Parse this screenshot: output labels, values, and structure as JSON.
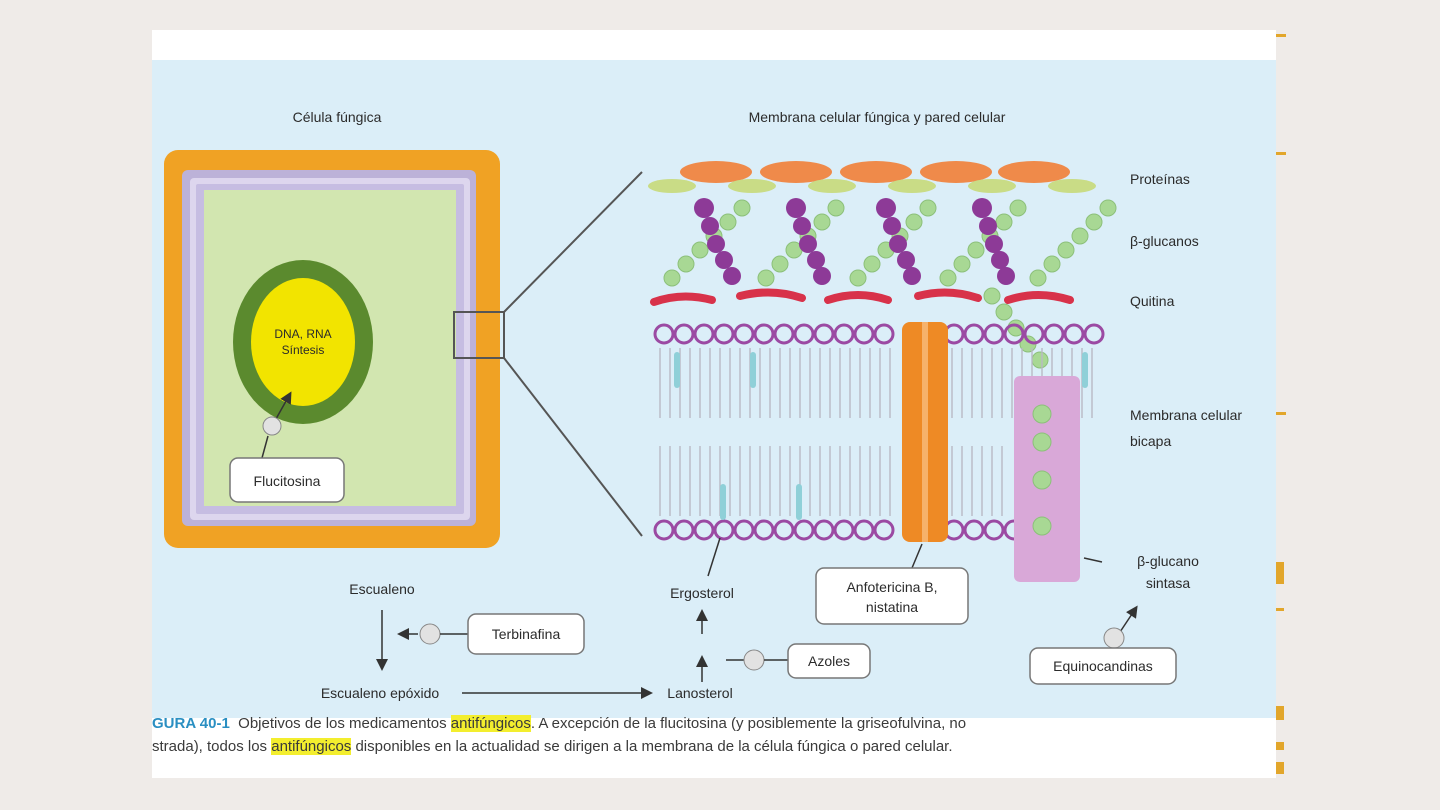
{
  "diagram": {
    "left_title": "Célula fúngica",
    "right_title": "Membrana celular fúngica y pared celular",
    "nucleus_text": [
      "DNA, RNA",
      "Síntesis"
    ],
    "labels": {
      "flucitosina": "Flucitosina",
      "proteinas": "Proteínas",
      "beta_glucanos": "β-glucanos",
      "quitina": "Quitina",
      "membrana_bicapa": [
        "Membrana celular",
        "bicapa"
      ],
      "beta_glucano_sintasa": [
        "β-glucano",
        "sintasa"
      ],
      "ergosterol": "Ergosterol",
      "anfotericina": [
        "Anfotericina B,",
        "nistatina"
      ],
      "escualeno": "Escualeno",
      "terbinafina": "Terbinafina",
      "azoles": "Azoles",
      "equinocandinas": "Equinocandinas",
      "escualeno_epoxido": "Escualeno epóxido",
      "lanosterol": "Lanosterol"
    }
  },
  "caption": {
    "figure_label": "GURA 40-1",
    "part1": "Objetivos de los medicamentos ",
    "highlight1": "antifúngicos",
    "part2": ". A excepción de la flucitosina (y posiblemente la griseofulvina, no",
    "part3": "strada), todos los ",
    "highlight2": "antifúngicos",
    "part4": " disponibles en la actualidad se dirigen a la membrana de la célula fúngica o pared celular."
  },
  "colors": {
    "cell_wall": "#f0a224",
    "cytoplasm": "#d2e6b0",
    "nucleus_ring": "#5b8a2e",
    "nucleus": "#f2e400",
    "background": "#dbeef8",
    "proteins": "#ef8a4a",
    "glucans": "#a8d894",
    "chitin": "#d8324a",
    "lipid_heads": "#9b4aa3",
    "amphotericin": "#ee8a25",
    "glucan_synthase": "#d9a8d8",
    "caption_highlight": "#f3ee2e",
    "figure_label": "#2a8fc2"
  }
}
